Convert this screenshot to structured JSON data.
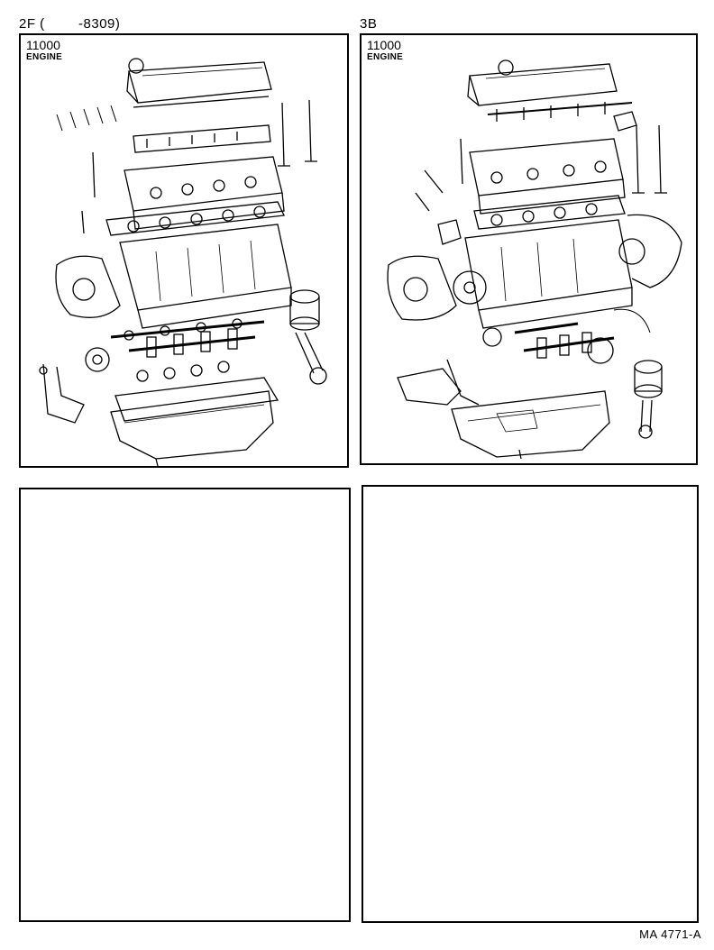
{
  "page": {
    "left_heading_model": "2F (",
    "left_heading_range": "-8309)",
    "right_heading": "3B",
    "footer_ref": "MA 4771-A"
  },
  "panels": [
    {
      "code": "11000",
      "label": "ENGINE"
    },
    {
      "code": "11000",
      "label": "ENGINE"
    }
  ],
  "colors": {
    "ink": "#000000",
    "paper": "#ffffff"
  }
}
